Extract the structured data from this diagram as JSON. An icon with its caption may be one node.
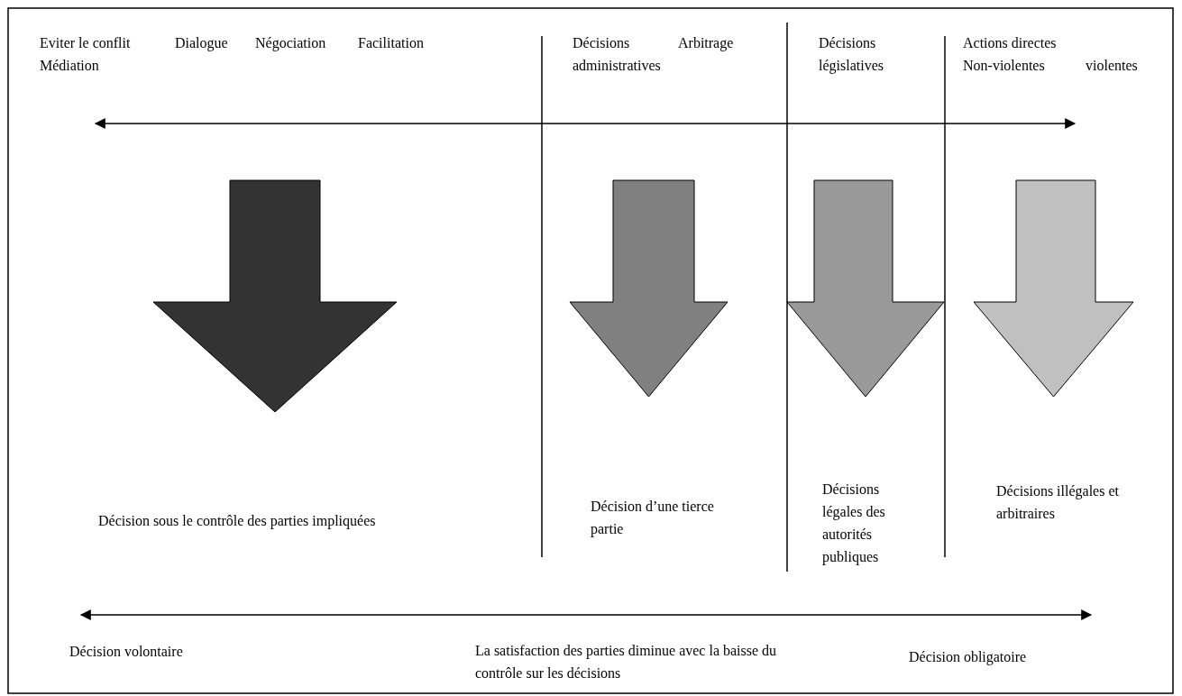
{
  "diagram": {
    "labels": [
      "Eviter le conflit",
      "Dialogue",
      "Négociation",
      "Facilitation",
      "Médiation",
      "Décisions",
      "Arbitrage",
      "administratives",
      "Décisions",
      "législatives",
      "Actions directes",
      "Non-violentes",
      "violentes",
      "Décision sous le contrôle des parties impliquées",
      "Décision d’une tierce partie",
      "Décisions légales des autorités publiques",
      "Décisions illégales et arbitraires",
      "Décision volontaire",
      "La satisfaction des parties diminue avec la baisse du contrôle sur les décisions",
      "Décision obligatoire"
    ]
  }
}
